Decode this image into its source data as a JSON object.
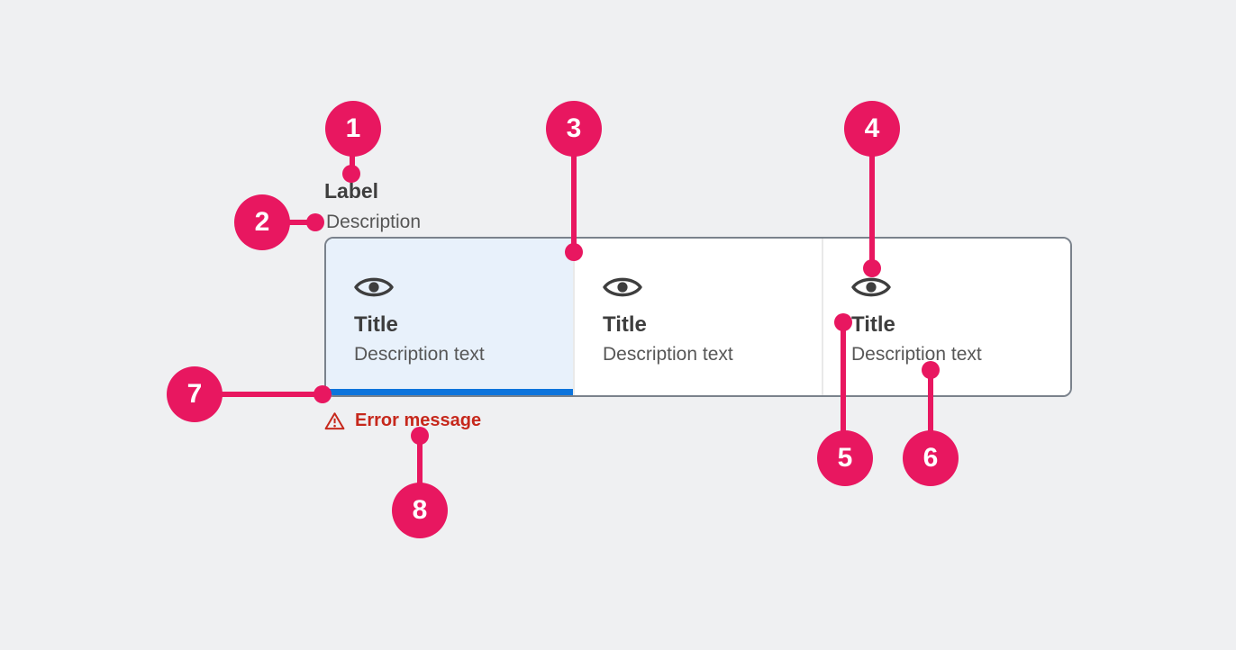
{
  "colors": {
    "background": "#eff0f2",
    "marker_pink": "#e81760",
    "selected_tile_bg": "#e8f1fb",
    "selected_indicator_blue": "#0d74dc",
    "component_border": "#7a828c",
    "tile_divider": "#e9e9e9",
    "title_text": "#3e3e3e",
    "description_text": "#575757",
    "error_red": "#c6281c",
    "tile_bg": "#ffffff"
  },
  "field": {
    "label": "Label",
    "description": "Description"
  },
  "tile_group": {
    "tiles": [
      {
        "title": "Title",
        "description": "Description text",
        "icon": "eye-icon",
        "selected": true
      },
      {
        "title": "Title",
        "description": "Description text",
        "icon": "eye-icon",
        "selected": false
      },
      {
        "title": "Title",
        "description": "Description text",
        "icon": "eye-icon",
        "selected": false
      }
    ]
  },
  "error": {
    "icon": "warning-icon",
    "message": "Error message"
  },
  "markers": [
    "1",
    "2",
    "3",
    "4",
    "5",
    "6",
    "7",
    "8"
  ]
}
